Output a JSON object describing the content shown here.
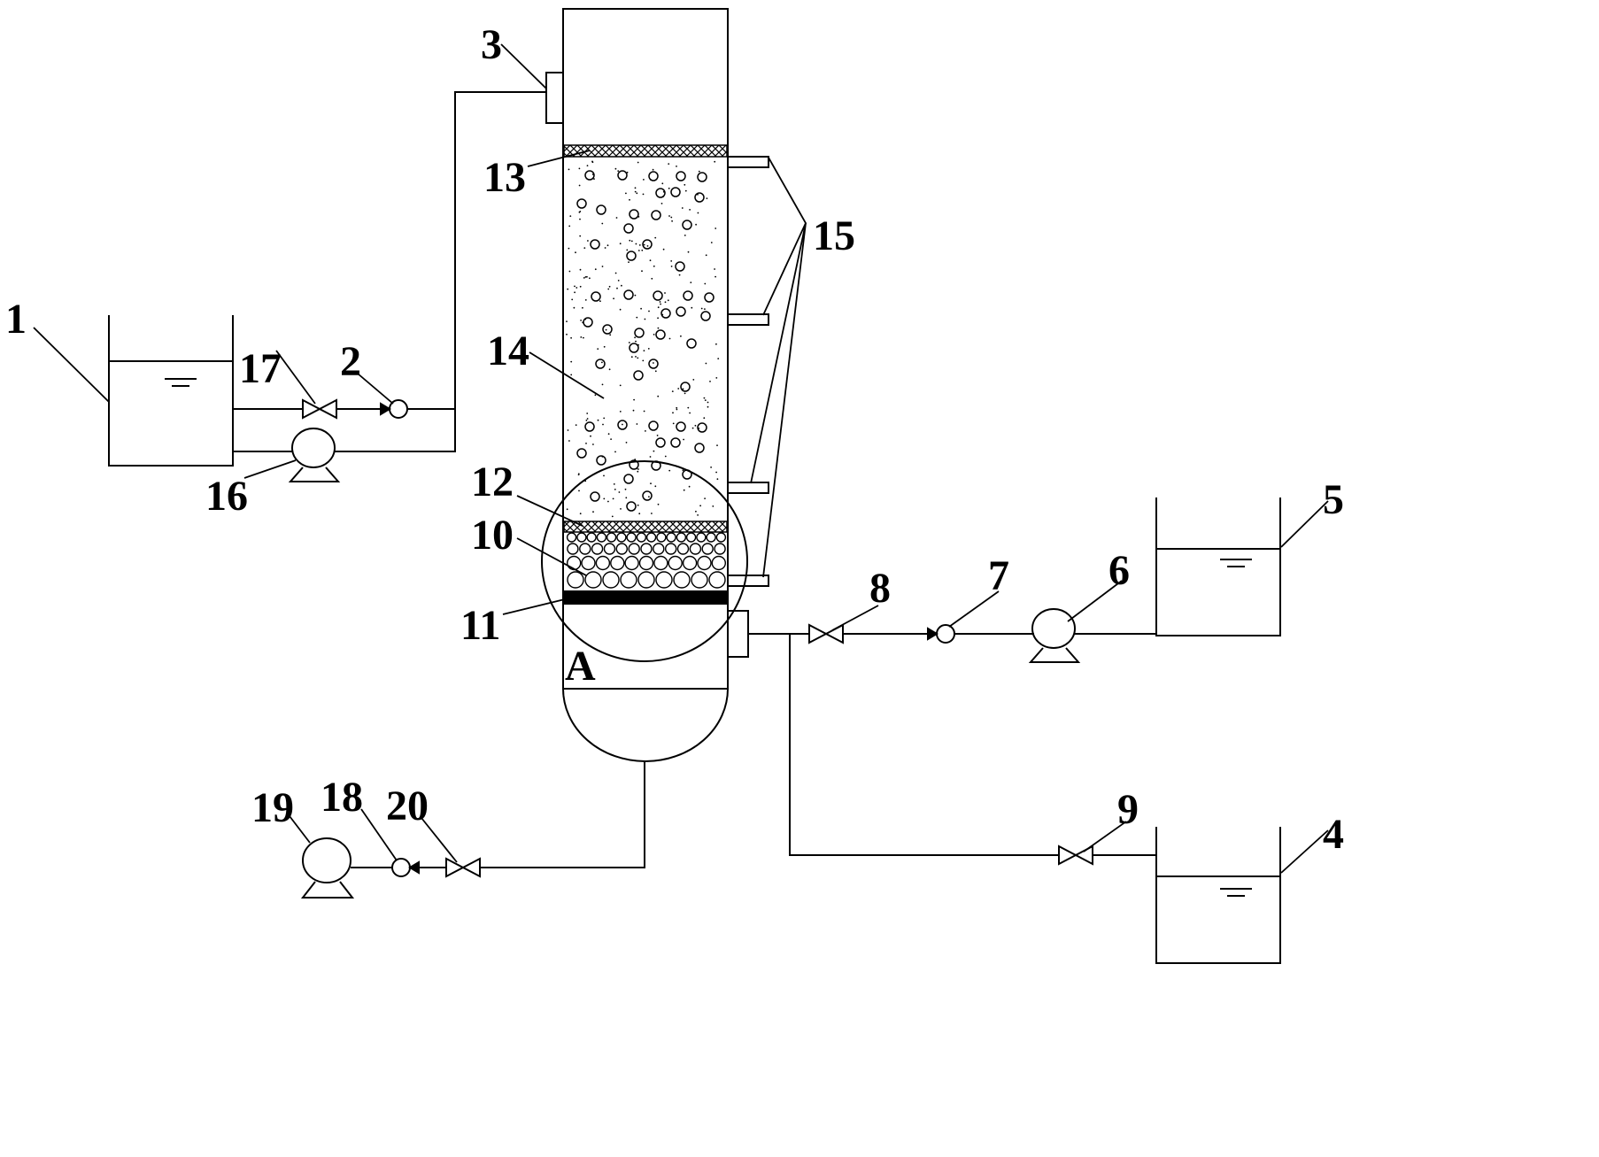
{
  "labels": {
    "l1": "1",
    "l2": "2",
    "l3": "3",
    "l4": "4",
    "l5": "5",
    "l6": "6",
    "l7": "7",
    "l8": "8",
    "l9": "9",
    "l10": "10",
    "l11": "11",
    "l12": "12",
    "l13": "13",
    "l14": "14",
    "l15": "15",
    "l16": "16",
    "l17": "17",
    "l18": "18",
    "l19": "19",
    "l20": "20",
    "detailA": "A"
  }
}
